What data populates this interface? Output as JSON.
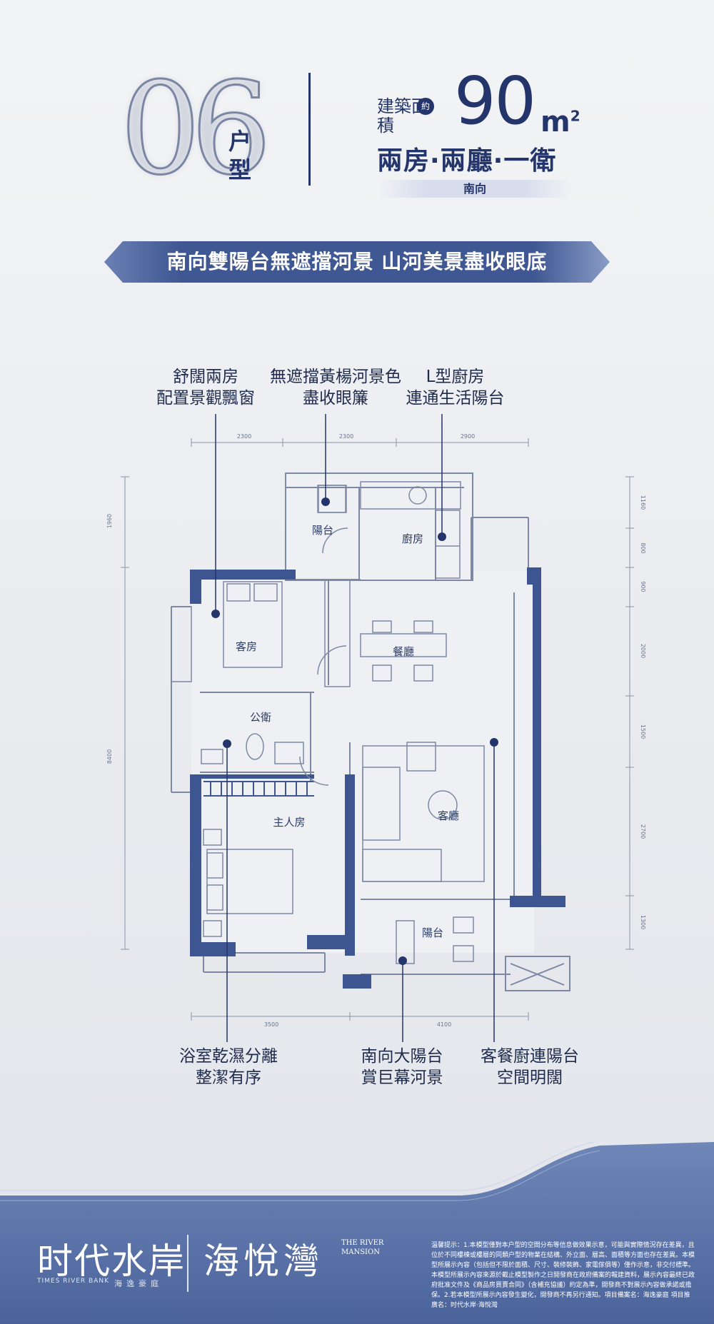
{
  "header": {
    "unit_number": "06",
    "unit_label": "户型",
    "area_label": "建築面積",
    "approx_badge": "約",
    "area_value": "90",
    "area_unit": "m",
    "area_unit_sup": "2",
    "layout": "兩房·兩廳·一衛",
    "orientation": "南向"
  },
  "banner": {
    "text": "南向雙陽台無遮擋河景  山河美景盡收眼底"
  },
  "callouts_top": [
    {
      "line1": "舒闊兩房",
      "line2": "配置景觀飄窗"
    },
    {
      "line1": "無遮擋黃楊河景色",
      "line2": "盡收眼簾"
    },
    {
      "line1": "L型廚房",
      "line2": "連通生活陽台"
    }
  ],
  "callouts_bottom": [
    {
      "line1": "浴室乾濕分離",
      "line2": "整潔有序"
    },
    {
      "line1": "南向大陽台",
      "line2": "賞巨幕河景"
    },
    {
      "line1": "客餐廚連陽台",
      "line2": "空間明闊"
    }
  ],
  "plan": {
    "rooms": {
      "balcony_north": "陽台",
      "kitchen": "廚房",
      "guest_room": "客房",
      "dining": "餐廳",
      "bathroom": "公衛",
      "master": "主人房",
      "living": "客廳",
      "balcony_south": "陽台"
    },
    "dims_top": [
      "2300",
      "2300",
      "2900"
    ],
    "dims_bottom": [
      "3500",
      "4100"
    ],
    "dims_left": [
      "1960",
      "8400"
    ],
    "dims_right": [
      "1160",
      "800",
      "900",
      "2000",
      "1500",
      "2700",
      "1300"
    ]
  },
  "footer": {
    "brand_cn": "时代水岸",
    "brand_sub_en": "TIMES RIVER BANK",
    "brand_sub_cn": "海逸豪庭",
    "project_cn": "海悅灣",
    "project_en_1": "THE RIVER",
    "project_en_2": "MANSION",
    "disclaimer": "溫馨提示：1.本模型僅對本户型的空間分布等信息做效果示意，可能與實際情況存在差異，且位於不同樓棟或樓層的同類户型的物業在結構、外立面、層高、面積等方面也存在差異。本模型所展示內容（包括但不限於面積、尺寸、裝修裝飾、家電傢俱等）僅作示意，非交付標準。本模型所展示內容來源於截止模型製作之日開發商在政府備案的報建資料，展示內容最終已政府批准文件及《商品房買賣合同》（含補充協議）約定為準，開發商不對展示內容做承諾或擔保。2.若本模型所展示內容發生變化，開發商不再另行通知。項目備案名：海逸豪庭  項目推廣名：时代水岸·海悅灣"
  },
  "colors": {
    "navy": "#23356a",
    "blue_wall": "#3d5590",
    "footer_blue": "#4f6aa0",
    "banner_blue": "#3f5893"
  }
}
